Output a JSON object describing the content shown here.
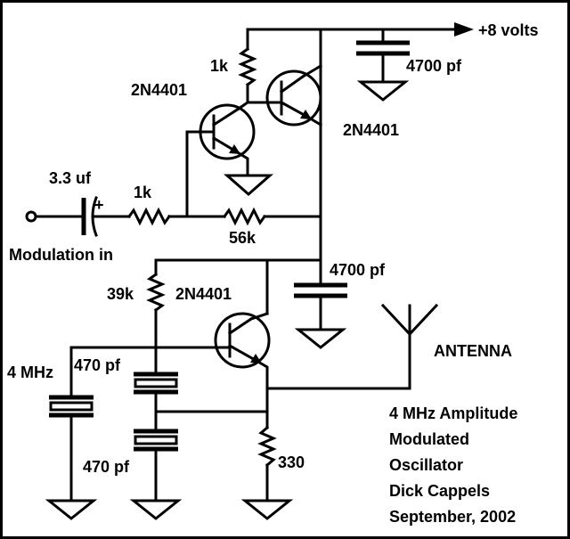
{
  "labels": {
    "supply": "+8 volts",
    "r_top": "1k",
    "q1_label": "2N4401",
    "q2_label": "2N4401",
    "c_supply": "4700 pf",
    "c_input": "3.3 uf",
    "c_input_polarity": "+",
    "r_input": "1k",
    "r_feedback": "56k",
    "input_label": "Modulation in",
    "c_bypass": "4700 pf",
    "r_bias": "39k",
    "q3_label": "2N4401",
    "antenna": "ANTENNA",
    "crystal": "4 MHz",
    "c_upper": "470 pf",
    "c_lower": "470 pf",
    "r_emitter": "330"
  },
  "title_block": [
    "4 MHz Amplitude",
    "Modulated",
    "Oscillator",
    "Dick Cappels",
    "September, 2002"
  ]
}
